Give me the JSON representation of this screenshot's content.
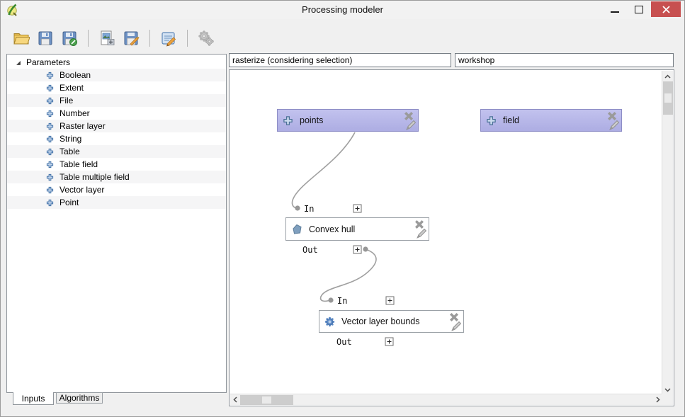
{
  "window": {
    "title": "Processing modeler"
  },
  "toolbar": {
    "buttons": [
      "open-model",
      "save-model",
      "save-model-as",
      "export-as-image",
      "export-as-python",
      "edit-model-help",
      "run-model"
    ]
  },
  "left_panel": {
    "tree": {
      "root_label": "Parameters",
      "items": [
        "Boolean",
        "Extent",
        "File",
        "Number",
        "Raster layer",
        "String",
        "Table",
        "Table field",
        "Table multiple field",
        "Vector layer",
        "Point"
      ]
    },
    "tabs": {
      "inputs": "Inputs",
      "algorithms": "Algorithms"
    }
  },
  "header_inputs": {
    "model_name": "rasterize (considering selection)",
    "model_group": "workshop"
  },
  "canvas": {
    "input_nodes": [
      {
        "label": "points"
      },
      {
        "label": "field"
      }
    ],
    "algorithm_nodes": [
      {
        "label": "Convex hull",
        "in_label": "In",
        "out_label": "Out"
      },
      {
        "label": "Vector layer bounds",
        "in_label": "In",
        "out_label": "Out"
      }
    ]
  },
  "colors": {
    "input_node_fill": "#b5b5e8",
    "close_button": "#c75050",
    "connection_curve": "#a0a0a0",
    "algorithm_icon_blue": "#5d8bc7",
    "convex_hull_icon": "#7f9fbe"
  }
}
